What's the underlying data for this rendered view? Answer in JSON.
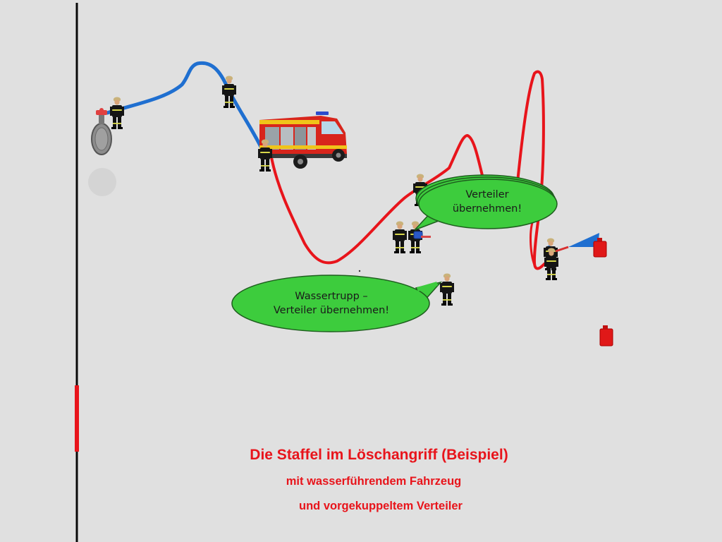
{
  "bubbles": {
    "small": {
      "line1": "Verteiler",
      "line2": "übernehmen!"
    },
    "large": {
      "line1": "Wassertrupp –",
      "line2": "Verteiler übernehmen!"
    }
  },
  "caption": {
    "title": "Die Staffel im Löschangriff (Beispiel)",
    "line1": "mit wasserführendem Fahrzeug",
    "line2": "und vorgekuppeltem Verteiler"
  },
  "colors": {
    "background": "#e0e0e0",
    "supply_hose": "#1f6fd0",
    "attack_hose": "#e8141b",
    "bubble_fill": "#3dcc3d",
    "caption_text": "#e8141b"
  },
  "icons": [
    "hydrant-icon",
    "fire-truck-icon",
    "firefighter-icon",
    "water-distributor-icon",
    "jerrycan-icon",
    "water-jet-icon"
  ]
}
